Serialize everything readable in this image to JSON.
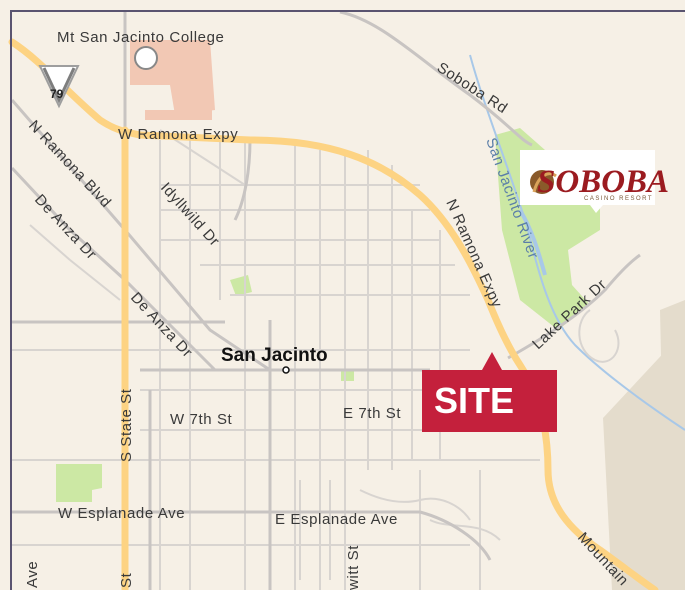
{
  "map": {
    "labels": {
      "college": "Mt San Jacinto College",
      "soboba_rd": "Soboba Rd",
      "w_ramona_expy": "W Ramona Expy",
      "n_ramona_blvd": "N Ramona Blvd",
      "de_anza_dr_1": "De Anza Dr",
      "de_anza_dr_2": "De Anza Dr",
      "idyllwild_dr": "Idyllwild Dr",
      "n_ramona_expy": "N Ramona Expy",
      "san_jacinto_river": "San Jacinto River",
      "lake_park_dr": "Lake Park Dr",
      "city": "San Jacinto",
      "w_7th_st": "W 7th St",
      "e_7th_st": "E 7th St",
      "s_state_st": "S State St",
      "w_esplanade_ave": "W Esplanade Ave",
      "e_esplanade_ave": "E Esplanade Ave",
      "mountain": "Mountain",
      "partial_ave": "Ave",
      "partial_st": "St",
      "partial_witt_st": "witt St"
    },
    "highway_shield": "79",
    "site_marker": "SITE",
    "logo": {
      "name": "SOBOBA",
      "subtitle": "CASINO RESORT"
    },
    "colors": {
      "background": "#f6f0e6",
      "frame": "#5a5470",
      "highway": "#fdd383",
      "street": "#d2cecc",
      "major_street": "#bcbab8",
      "river": "#a8c8e8",
      "green": "#cce8a4",
      "developed": "#f2c8b4",
      "site_red": "#c4203c",
      "terrain": "#e4dccc"
    }
  }
}
